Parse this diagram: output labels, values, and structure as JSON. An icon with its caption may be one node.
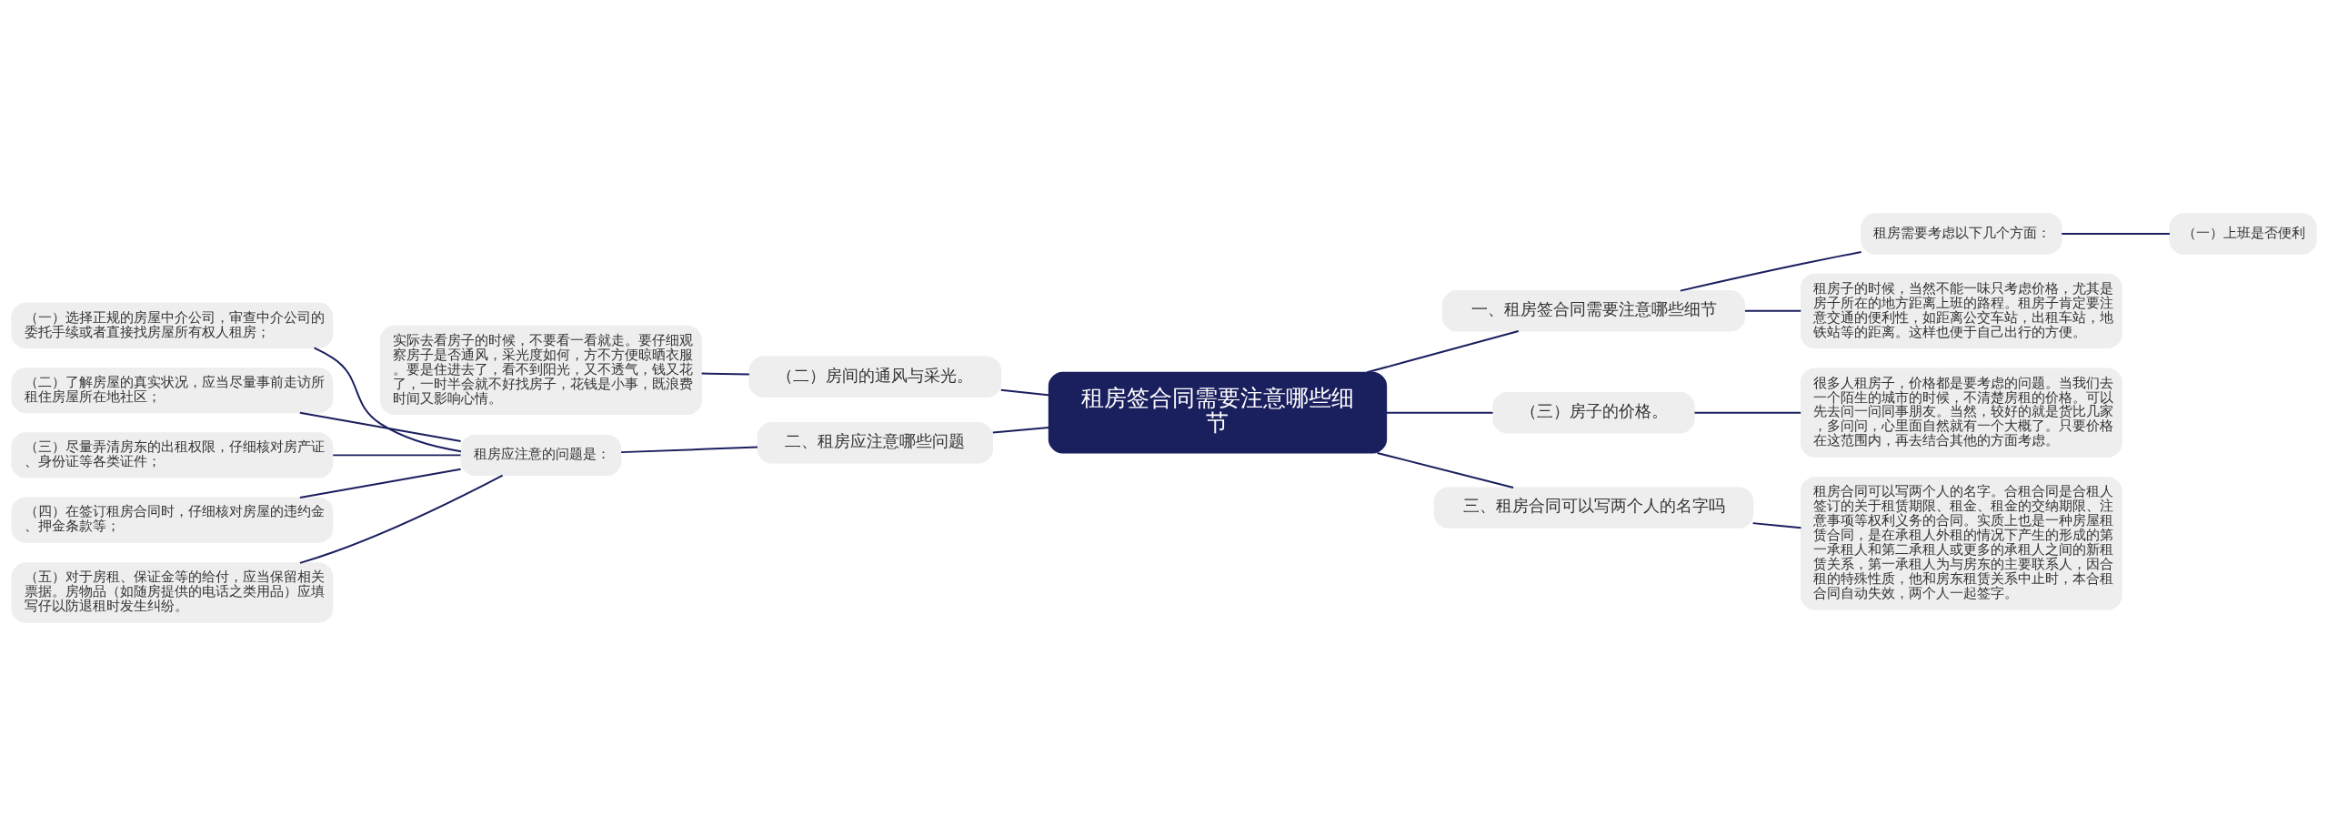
{
  "diagram": {
    "nodes": [
      {
        "text": [
          "租房签合同需要注意哪些细节"
        ]
      },
      {
        "text": [
          "一、租房签合同需要注意哪些细节"
        ]
      },
      {
        "text": [
          "租房需要考虑以下几个方面："
        ]
      },
      {
        "text": [
          "（一）上班是否便利"
        ]
      },
      {
        "text": [
          "租房子的时候，当然不能一味只考虑价格，尤其是房子所在的地方距离上班的路程。租房子肯定要注意交通的便利性，如距离公交车站，出租车站，地铁站等的距离。这样也便于自己出行的方便。"
        ]
      },
      {
        "text": [
          "（三）房子的价格。"
        ]
      },
      {
        "text": [
          "很多人租房子，价格都是要考虑的问题。当我们去一个陌生的城市的时候，不清楚房租的价格。可以先去问一问同事朋友。当然，较好的就是货比几家，多问问，心里面自然就有一个大概了。只要价格在这范围内，再去结合其他的方面考虑。"
        ]
      },
      {
        "text": [
          "三、租房合同可以写两个人的名字吗"
        ]
      },
      {
        "text": [
          "租房合同可以写两个人的名字。合租合同是合租人签订的关于租赁期限、租金、租金的交纳期限、注意事项等权利义务的合同。实质上也是一种房屋租赁合同，是在承租人外租的情况下产生的形成的第一承租人和第二承租人或更多的承租人之间的新租赁关系，第一承租人为与房东的主要联系人，因合租的特殊性质，他和房东租赁关系中止时，本合租合同自动失效，两个人一起签字。"
        ]
      },
      {
        "text": [
          "（二）房间的通风与采光。"
        ]
      },
      {
        "text": [
          "实际去看房子的时候，不要看一看就走。要仔细观察房子是否通风，采光度如何，方不方便晾晒衣服。要是住进去了，看不到阳光，又不透气，钱又花了，一时半会就不好找房子，花钱是小事，既浪费时间又影响心情。"
        ]
      },
      {
        "text": [
          "二、租房应注意哪些问题"
        ]
      },
      {
        "text": [
          "租房应注意的问题是："
        ]
      },
      {
        "text": [
          "（一）选择正规的房屋中介公司，审查中介公司的委托手续或者直接找房屋所有权人租房；"
        ]
      },
      {
        "text": [
          "（二）了解房屋的真实状况，应当尽量事前走访所租住房屋所在地社区；"
        ]
      },
      {
        "text": [
          "（三）尽量弄清房东的出租权限，仔细核对房产证、身份证等各类证件；"
        ]
      },
      {
        "text": [
          "（四）在签订租房合同时，仔细核对房屋的违约金、押金条款等；"
        ]
      },
      {
        "text": [
          "（五）对于房租、保证金等的给付，应当保留相关票据。房物品（如随房提供的电话之类用品）应填写仔以防退租时发生纠纷。"
        ]
      }
    ],
    "edges": [
      {
        "from": 0,
        "to": 1,
        "arrow": "none"
      },
      {
        "from": 1,
        "to": 2,
        "arrow": "none"
      },
      {
        "from": 2,
        "to": 3,
        "arrow": "none"
      },
      {
        "from": 1,
        "to": 4,
        "arrow": "none"
      },
      {
        "from": 0,
        "to": 5,
        "arrow": "none"
      },
      {
        "from": 5,
        "to": 6,
        "arrow": "none"
      },
      {
        "from": 0,
        "to": 7,
        "arrow": "none"
      },
      {
        "from": 7,
        "to": 8,
        "arrow": "none"
      },
      {
        "from": 10,
        "to": 9,
        "arrow": "none"
      },
      {
        "from": 9,
        "to": 0,
        "arrow": "none"
      },
      {
        "from": 13,
        "to": 12,
        "arrow": "none"
      },
      {
        "from": 14,
        "to": 12,
        "arrow": "none"
      },
      {
        "from": 15,
        "to": 12,
        "arrow": "none"
      },
      {
        "from": 16,
        "to": 12,
        "arrow": "none"
      },
      {
        "from": 17,
        "to": 12,
        "arrow": "none"
      },
      {
        "from": 12,
        "to": 11,
        "arrow": "none"
      },
      {
        "from": 11,
        "to": 0,
        "arrow": "none"
      }
    ]
  }
}
